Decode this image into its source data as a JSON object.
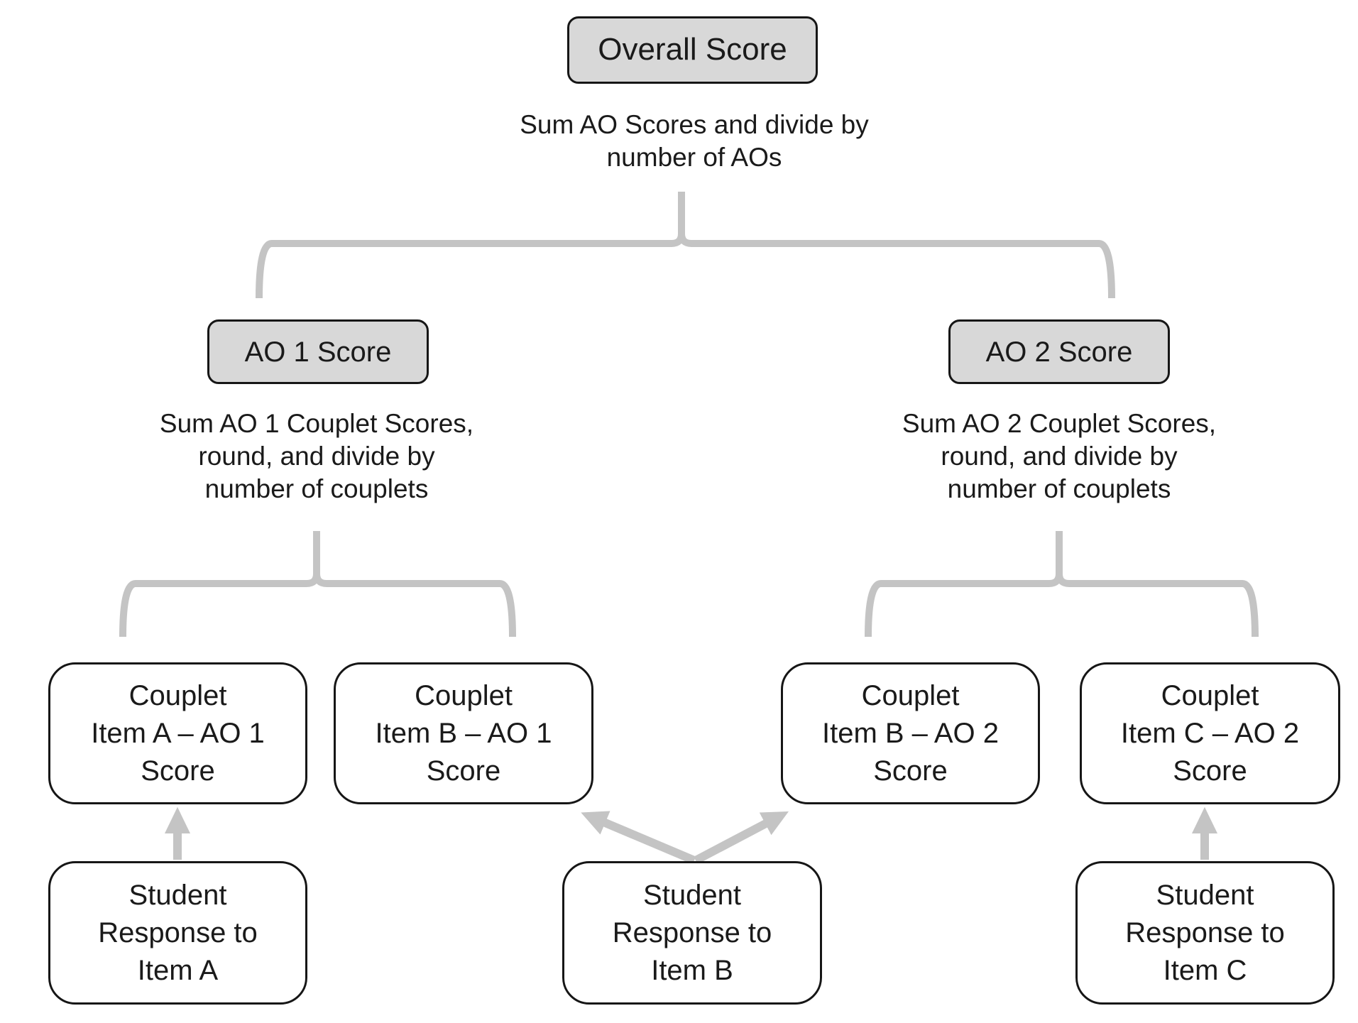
{
  "diagram": {
    "overall": {
      "label": "Overall Score",
      "note_lines": [
        "Sum AO Scores and divide by",
        "number of AOs"
      ]
    },
    "ao1": {
      "label": "AO 1 Score",
      "note_lines": [
        "Sum AO 1 Couplet Scores,",
        "round, and divide by",
        "number of couplets"
      ]
    },
    "ao2": {
      "label": "AO 2 Score",
      "note_lines": [
        "Sum AO 2 Couplet Scores,",
        "round, and divide by",
        "number of couplets"
      ]
    },
    "couplets": [
      {
        "lines": [
          "Couplet",
          "Item A – AO 1",
          "Score"
        ]
      },
      {
        "lines": [
          "Couplet",
          "Item B – AO 1",
          "Score"
        ]
      },
      {
        "lines": [
          "Couplet",
          "Item B – AO 2",
          "Score"
        ]
      },
      {
        "lines": [
          "Couplet",
          "Item C – AO 2",
          "Score"
        ]
      }
    ],
    "students": [
      {
        "lines": [
          "Student",
          "Response to",
          "Item A"
        ]
      },
      {
        "lines": [
          "Student",
          "Response to",
          "Item B"
        ]
      },
      {
        "lines": [
          "Student",
          "Response to",
          "Item C"
        ]
      }
    ],
    "colors": {
      "node_fill": "#d8d8d8",
      "node_border": "#161616",
      "leaf_fill": "#ffffff",
      "connector": "#c4c4c4",
      "text": "#1a1a1a"
    }
  }
}
